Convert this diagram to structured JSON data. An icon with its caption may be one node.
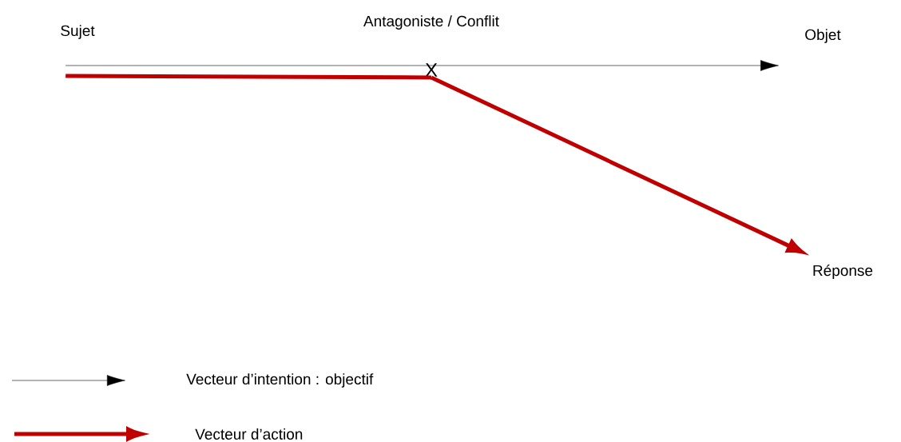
{
  "diagram": {
    "nodes": [
      {
        "text": [
          "Sujet"
        ]
      },
      {
        "text": [
          "X"
        ],
        "beside": [
          "Antagoniste / Conflit"
        ]
      },
      {
        "text": [
          "Objet"
        ]
      },
      {
        "text": [
          "Réponse"
        ]
      }
    ],
    "edges": [
      {
        "from": 0,
        "to": 2,
        "arrow": "to",
        "color": "#000000"
      },
      {
        "from": 0,
        "to": 1,
        "arrow": "none"
      },
      {
        "from": 1,
        "to": 3,
        "arrow": "to"
      }
    ],
    "legend": [
      {
        "text": "Vecteur d’intention : objectif"
      },
      {
        "text": "Vecteur d’action"
      }
    ]
  }
}
